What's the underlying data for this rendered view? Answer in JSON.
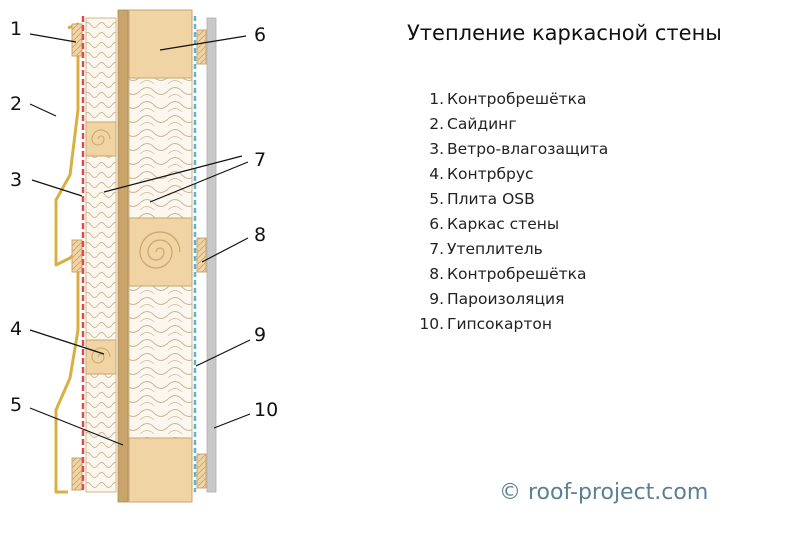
{
  "title": "Утепление каркасной стены",
  "legend": [
    {
      "n": "1.",
      "label": "Контробрешётка"
    },
    {
      "n": "2.",
      "label": "Сайдинг"
    },
    {
      "n": "3.",
      "label": "Ветро-влагозащита"
    },
    {
      "n": "4.",
      "label": "Контрбрус"
    },
    {
      "n": "5.",
      "label": "Плита OSB"
    },
    {
      "n": "6.",
      "label": "Каркас стены"
    },
    {
      "n": "7.",
      "label": "Утеплитель"
    },
    {
      "n": "8.",
      "label": "Контробрешётка"
    },
    {
      "n": "9.",
      "label": "Пароизоляция"
    },
    {
      "n": "10.",
      "label": "Гипсокартон"
    }
  ],
  "callouts": [
    "1",
    "2",
    "3",
    "4",
    "5",
    "6",
    "7",
    "8",
    "9",
    "10"
  ],
  "credit": "© roof-project.com",
  "colors": {
    "wood": "#f0d4a4",
    "wood_dark": "#c9a56c",
    "siding": "#d8b040",
    "membrane": "#e04a4a",
    "vapor_barrier": "#5fb3d3",
    "drywall": "#c8c8c8",
    "credit": "#5b7f95"
  }
}
